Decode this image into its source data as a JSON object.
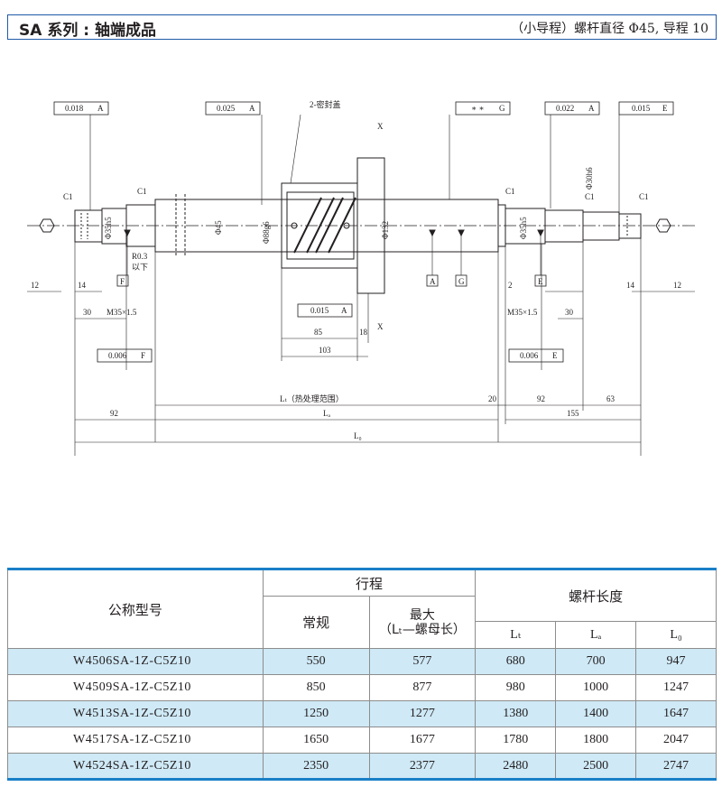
{
  "header": {
    "title": "SA 系列 : 轴端成品",
    "subtitle": "（小导程）螺杆直径 Φ45, 导程 10"
  },
  "drawing": {
    "tol_labels": [
      "0.018",
      "A",
      "0.025",
      "A",
      "2-密封盖",
      "∗ ∗",
      "G",
      "0.022",
      "A",
      "0.015",
      "E",
      "0.015",
      "A",
      "0.006",
      "F",
      "0.006",
      "E"
    ],
    "diam_labels": [
      "Φ35h5",
      "Φ45",
      "Φ88g6",
      "Φ132",
      "Φ35h5",
      "Φ30h6"
    ],
    "dim_labels": [
      "12",
      "14",
      "30",
      "92",
      "85",
      "18",
      "103",
      "20",
      "2",
      "92",
      "63",
      "155",
      "30",
      "14",
      "12"
    ],
    "misc_labels": [
      "C1",
      "C1",
      "C1",
      "C1",
      "C1",
      "R0.3",
      "以下",
      "M35×1.5",
      "M35×1.5",
      "F",
      "A",
      "G",
      "E",
      "X",
      "X"
    ],
    "length_labels": [
      "Lₜ（热处理范围）",
      "Lₐ",
      "L₀"
    ]
  },
  "table": {
    "model_header": "公称型号",
    "stroke_header": "行程",
    "stroke_normal": "常规",
    "stroke_max_line1": "最大",
    "stroke_max_line2": "（Lₜ—螺母长）",
    "length_header": "螺杆长度",
    "lt_header": "Lₜ",
    "la_header": "Lₐ",
    "lo_header": "L₀",
    "rows": [
      {
        "model": "W4506SA-1Z-C5Z10",
        "normal": "550",
        "max": "577",
        "lt": "680",
        "la": "700",
        "lo": "947"
      },
      {
        "model": "W4509SA-1Z-C5Z10",
        "normal": "850",
        "max": "877",
        "lt": "980",
        "la": "1000",
        "lo": "1247"
      },
      {
        "model": "W4513SA-1Z-C5Z10",
        "normal": "1250",
        "max": "1277",
        "lt": "1380",
        "la": "1400",
        "lo": "1647"
      },
      {
        "model": "W4517SA-1Z-C5Z10",
        "normal": "1650",
        "max": "1677",
        "lt": "1780",
        "la": "1800",
        "lo": "2047"
      },
      {
        "model": "W4524SA-1Z-C5Z10",
        "normal": "2350",
        "max": "2377",
        "lt": "2480",
        "la": "2500",
        "lo": "2747"
      }
    ]
  }
}
